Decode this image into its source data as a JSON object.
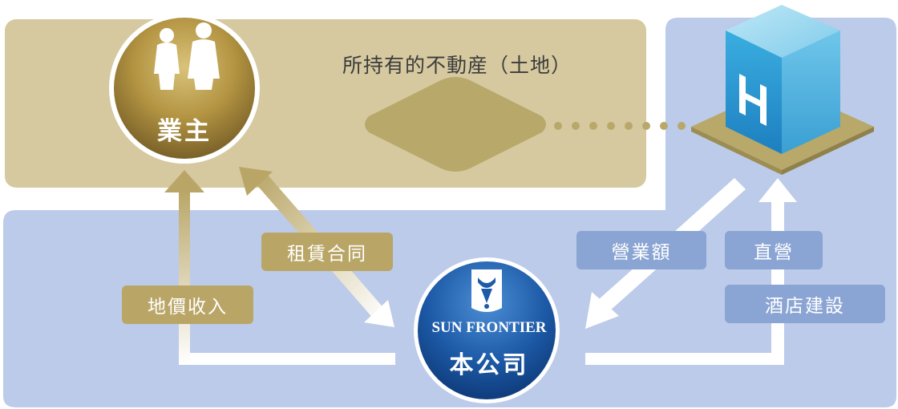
{
  "land": {
    "label": "所持有的不動産（土地）"
  },
  "owner": {
    "label": "業主"
  },
  "company": {
    "brand": "SUN FRONTIER",
    "label": "本公司"
  },
  "hotel": {
    "letter": "H"
  },
  "flows": {
    "land_income": "地價收入",
    "lease_contract": "租賃合同",
    "revenue": "營業額",
    "direct_operation": "直營",
    "hotel_construction": "酒店建設"
  },
  "colors": {
    "owner_zone": "#d6c9a0",
    "company_zone": "#bccbe9",
    "gold_badge": "#b9a667",
    "blue_badge": "#8aa4d3",
    "company_circle": "#1d5aa7",
    "hotel_cube": "#2fa4d8"
  }
}
